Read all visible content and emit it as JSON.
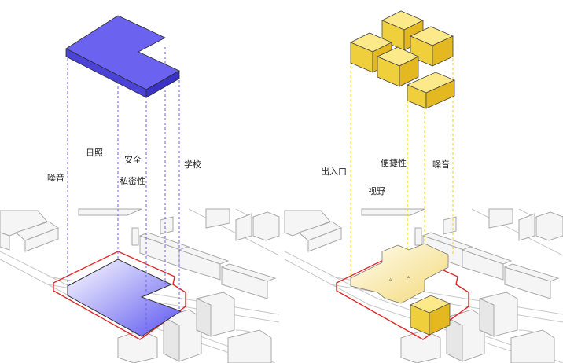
{
  "left_panel": {
    "labels": {
      "noise": "噪音",
      "sunlight": "日照",
      "safety": "安全",
      "privacy": "私密性",
      "school": "学校"
    },
    "mass_color": "#6b63f0",
    "footprint_gradient": [
      "#ffffff",
      "#5b55f0"
    ]
  },
  "right_panel": {
    "labels": {
      "entrance": "出入口",
      "view": "视野",
      "convenience": "便捷性",
      "noise": "噪音"
    },
    "block_color": "#f6e06a"
  },
  "colors": {
    "site_boundary": "#e02828",
    "left_projection": "#6b63f0",
    "right_projection": "#f1d100",
    "context_fill": "#f6f6f6",
    "context_stroke": "#b8b8b8"
  }
}
